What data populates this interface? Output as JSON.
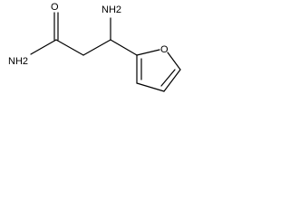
{
  "molecule": {
    "atom_labels": {
      "carbonyl_oxygen": "O",
      "amide_nitrogen": "NH2",
      "amine_nitrogen": "NH2",
      "ring_oxygen": "O"
    },
    "colors": {
      "bond": "#000000",
      "label": "#000000",
      "background": "#ffffff"
    }
  }
}
